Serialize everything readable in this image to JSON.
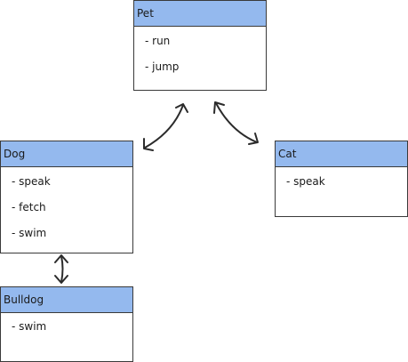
{
  "nodes": {
    "pet": {
      "title": "Pet",
      "attributes": [
        "- run",
        "- jump"
      ]
    },
    "dog": {
      "title": "Dog",
      "attributes": [
        "- speak",
        "- fetch",
        "- swim"
      ]
    },
    "cat": {
      "title": "Cat",
      "attributes": [
        "- speak"
      ]
    },
    "bulldog": {
      "title": "Bulldog",
      "attributes": [
        "- swim"
      ]
    }
  },
  "edges": [
    {
      "from": "pet",
      "to": "dog",
      "style": "bidirectional-curved-arrow"
    },
    {
      "from": "pet",
      "to": "cat",
      "style": "bidirectional-curved-arrow"
    },
    {
      "from": "dog",
      "to": "bulldog",
      "style": "bidirectional-curved-arrow"
    }
  ],
  "colors": {
    "header_fill": "#94b9ee",
    "border": "#3a3a3a",
    "arrow": "#2b2b2b"
  }
}
